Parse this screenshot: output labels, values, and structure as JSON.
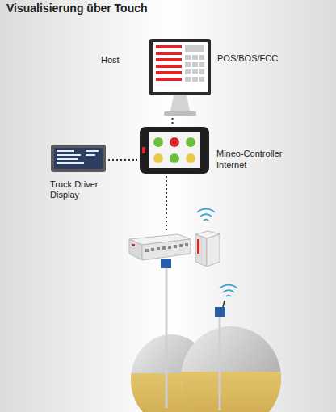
{
  "diagram": {
    "title": "Visualisierung über Touch",
    "nodes": [
      {
        "text": [
          "Host",
          "POS/BOS/FCC"
        ]
      },
      {
        "text": [
          "Mineo-Controller",
          "Internet"
        ]
      },
      {
        "text": [
          "Truck Driver Display"
        ]
      }
    ],
    "edges": [
      {
        "from": 0,
        "to": 1,
        "arrow": "none"
      },
      {
        "from": 2,
        "to": 1,
        "arrow": "none"
      }
    ]
  }
}
